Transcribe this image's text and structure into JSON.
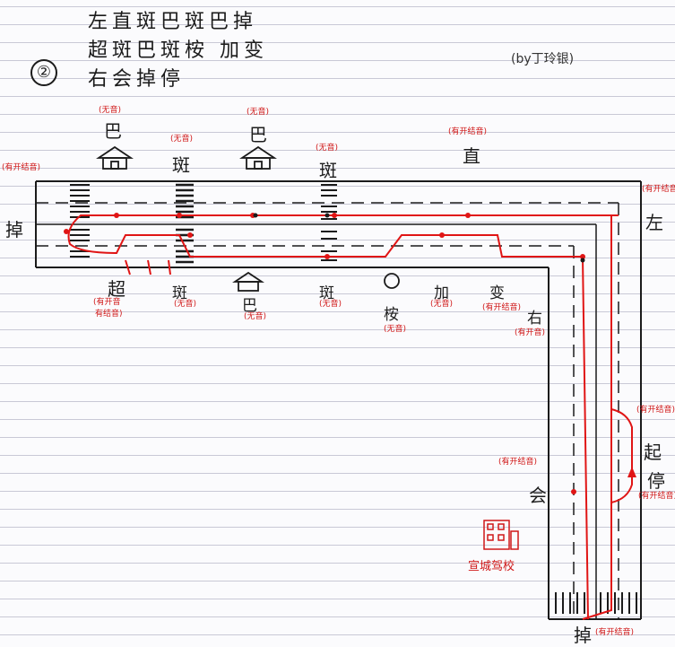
{
  "title_lines": [
    "左直斑巴斑巴掉",
    "超斑巴斑桉 加变",
    "右会掉停"
  ],
  "circle_num": "②",
  "signature": "(by丁玲银)",
  "labels": {
    "ba1": "巴",
    "ban1": "斑",
    "ba2": "巴",
    "ban2": "斑",
    "zhi": "直",
    "diao_left": "掉",
    "zuo": "左",
    "chao": "超",
    "ban3": "斑",
    "ba3": "巴",
    "ban4": "斑",
    "an": "桉",
    "jia": "加",
    "bian": "变",
    "you": "右",
    "qi": "起",
    "ting": "停",
    "hui": "会",
    "diao_bottom": "掉"
  },
  "notes": {
    "wuyin": "(无音)",
    "youkaijieyin": "(有开结音)",
    "youkaiyin": "(有开音",
    "youjieyin": "有结音)",
    "youkaiyin2": "(有开音)",
    "bianjia": "(有开结音)"
  },
  "school_sign": "宣城驾校",
  "colors": {
    "route": "#e01515",
    "ink": "#1b1b1b",
    "note": "#d01818"
  }
}
